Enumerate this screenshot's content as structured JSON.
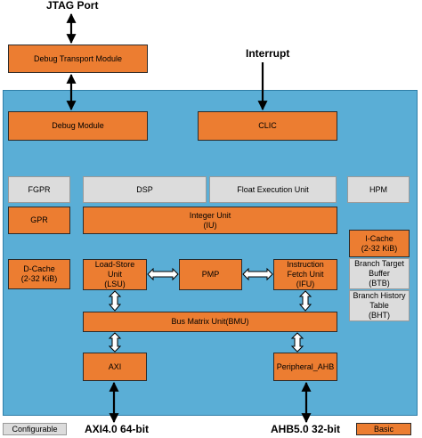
{
  "labels": {
    "jtag_port": "JTAG Port",
    "interrupt": "Interrupt",
    "axi_bus": "AXI4.0 64-bit",
    "ahb_bus": "AHB5.0 32-bit"
  },
  "blocks": {
    "debug_transport": "Debug Transport Module",
    "debug_module": "Debug Module",
    "clic": "CLIC",
    "fgpr": "FGPR",
    "dsp": "DSP",
    "float_exec": "Float Execution Unit",
    "hpm": "HPM",
    "gpr": "GPR",
    "integer_unit_l1": "Integer Unit",
    "integer_unit_l2": "(IU)",
    "icache_l1": "I-Cache",
    "icache_l2": "(2-32 KiB)",
    "dcache_l1": "D-Cache",
    "dcache_l2": "(2-32 KiB)",
    "lsu_l1": "Load-Store",
    "lsu_l2": "Unit",
    "lsu_l3": "(LSU)",
    "pmp": "PMP",
    "ifu_l1": "Instruction",
    "ifu_l2": "Fetch Unit",
    "ifu_l3": "(IFU)",
    "btb_l1": "Branch Target",
    "btb_l2": "Buffer",
    "btb_l3": "(BTB)",
    "bht_l1": "Branch History",
    "bht_l2": "Table",
    "bht_l3": "(BHT)",
    "bmu": "Bus Matrix Unit(BMU)",
    "axi": "AXI",
    "peripheral_ahb": "Peripheral_AHB"
  },
  "legend": {
    "configurable": "Configurable",
    "basic": "Basic"
  },
  "colors": {
    "panel": "#5aaed6",
    "basic": "#ec7d31",
    "configurable": "#dcdcdc",
    "arrow": "#000000"
  }
}
